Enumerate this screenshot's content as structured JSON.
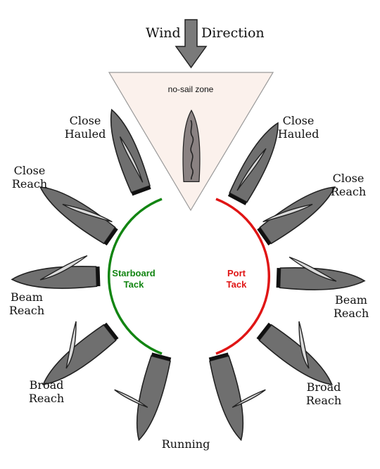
{
  "wind": {
    "word1": "Wind",
    "word2": "Direction"
  },
  "zone": {
    "label": "no-sail zone"
  },
  "tacks": {
    "starboard": {
      "line1": "Starboard",
      "line2": "Tack",
      "color": "#128512"
    },
    "port": {
      "line1": "Port",
      "line2": "Tack",
      "color": "#e01515"
    }
  },
  "points": {
    "close_hauled_left": {
      "line1": "Close",
      "line2": "Hauled"
    },
    "close_reach_left": {
      "line1": "Close",
      "line2": "Reach"
    },
    "beam_reach_left": {
      "line1": "Beam",
      "line2": "Reach"
    },
    "broad_reach_left": {
      "line1": "Broad",
      "line2": "Reach"
    },
    "close_hauled_right": {
      "line1": "Close",
      "line2": "Hauled"
    },
    "close_reach_right": {
      "line1": "Close",
      "line2": "Reach"
    },
    "beam_reach_right": {
      "line1": "Beam",
      "line2": "Reach"
    },
    "broad_reach_right": {
      "line1": "Broad",
      "line2": "Reach"
    },
    "running": {
      "line1": "Running"
    }
  },
  "colors": {
    "hull": "#6f6f6f",
    "sail": "#d9d9d9",
    "zone_fill": "#fbf1ec",
    "arrow": "#7a7a7a"
  }
}
